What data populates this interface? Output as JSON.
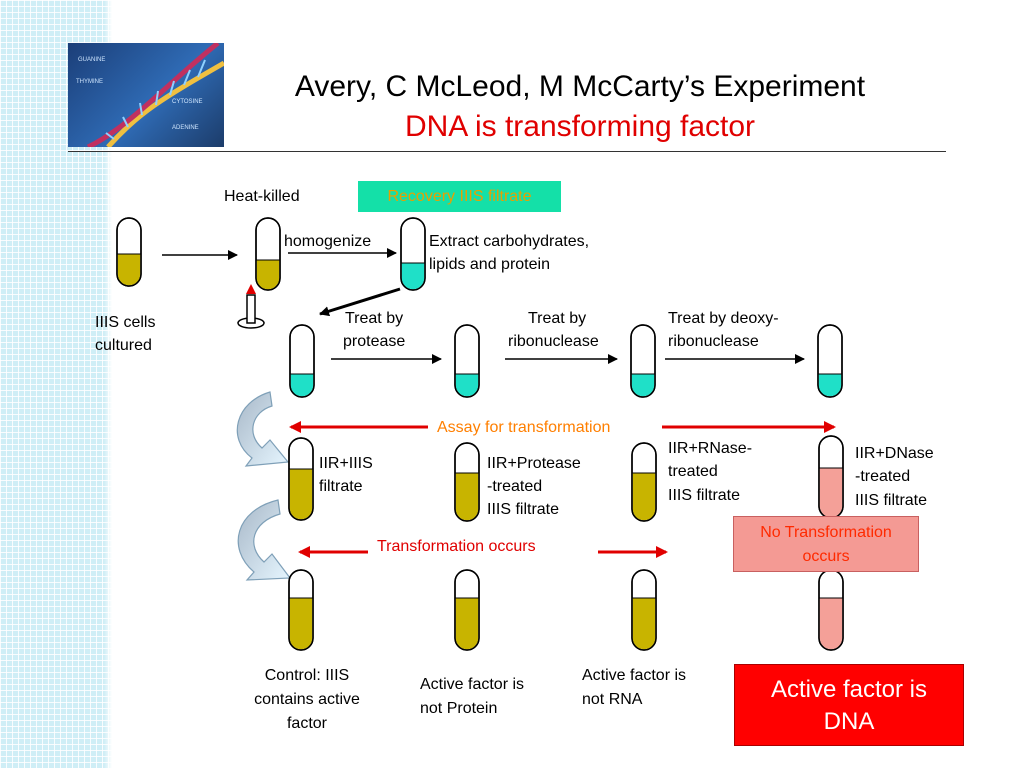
{
  "title": "Avery, C McLeod, M McCarty’s Experiment",
  "subtitle": "DNA is transforming factor",
  "logo": {
    "labels": [
      "GUANINE",
      "THYMINE",
      "CYTOSINE",
      "ADENINE"
    ]
  },
  "labels": {
    "heat_killed": "Heat-killed",
    "recovery": "Recovery IIIS filtrate",
    "homogenize": "homogenize",
    "extract_line1": "Extract carbohydrates,",
    "extract_line2": "lipids and protein",
    "iiis_cells_line1": "IIIS cells",
    "iiis_cells_line2": "cultured",
    "treat_protease_line1": "Treat by",
    "treat_protease_line2": "protease",
    "treat_ribo_line1": "Treat by",
    "treat_ribo_line2": "ribonuclease",
    "treat_deoxy_line1": "Treat by deoxy-",
    "treat_deoxy_line2": "ribonuclease",
    "assay": "Assay for transformation",
    "iir_iiis_line1": "IIR+IIIS",
    "iir_iiis_line2": "filtrate",
    "iir_protease_line1": "IIR+Protease",
    "iir_protease_line2": "-treated",
    "iir_protease_line3": "IIIS filtrate",
    "iir_rnase_line1": "IIR+RNase-",
    "iir_rnase_line2": "treated",
    "iir_rnase_line3": "IIIS filtrate",
    "iir_dnase_line1": "IIR+DNase",
    "iir_dnase_line2": "-treated",
    "iir_dnase_line3": "IIIS filtrate",
    "no_transformation_line1": "No Transformation",
    "no_transformation_line2": "occurs",
    "transformation_occurs": "Transformation occurs",
    "control_line1": "Control: IIIS",
    "control_line2": "contains active",
    "control_line3": "factor",
    "not_protein_line1": "Active factor is",
    "not_protein_line2": "not Protein",
    "not_rna_line1": "Active factor is",
    "not_rna_line2": "not RNA",
    "dna_line1": "Active factor is",
    "dna_line2": "DNA"
  },
  "colors": {
    "title": "#000000",
    "subtitle": "#e00000",
    "recovery_box_bg": "#14e0a8",
    "recovery_text": "#e8a000",
    "teal_liquid": "#1fe0c8",
    "olive_liquid": "#c8b400",
    "pink_liquid": "#f4a098",
    "assay_text": "#ff7f00",
    "red_arrow": "#e00000",
    "dna_box_bg": "#ff0000"
  }
}
